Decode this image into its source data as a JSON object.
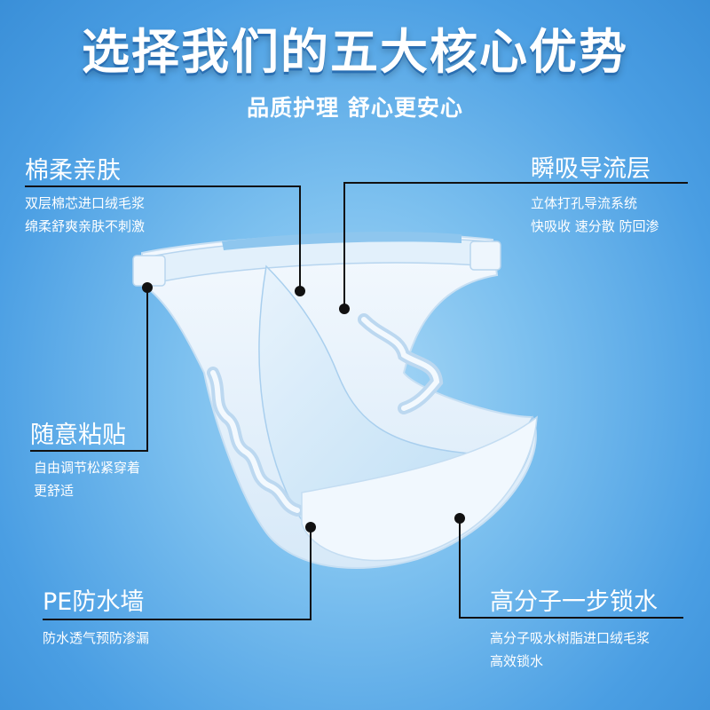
{
  "header": {
    "title": "选择我们的五大核心优势",
    "subtitle": "品质护理  舒心更安心"
  },
  "features": [
    {
      "title": "棉柔亲肤",
      "lines": [
        "双层棉芯进口绒毛浆",
        "绵柔舒爽亲肤不刺激"
      ]
    },
    {
      "title": "瞬吸导流层",
      "lines": [
        "立体打孔导流系统",
        "快吸收 速分散 防回渗"
      ]
    },
    {
      "title": "随意粘贴",
      "lines": [
        "自由调节松紧穿着",
        "更舒适"
      ]
    },
    {
      "title": "PE防水墙",
      "lines": [
        "防水透气预防渗漏"
      ]
    },
    {
      "title": "高分子一步锁水",
      "lines": [
        "高分子吸水树脂进口绒毛浆",
        "高效锁水"
      ]
    }
  ],
  "colors": {
    "background": "#5aaae8",
    "text": "#ffffff",
    "leader_line": "#111111"
  }
}
